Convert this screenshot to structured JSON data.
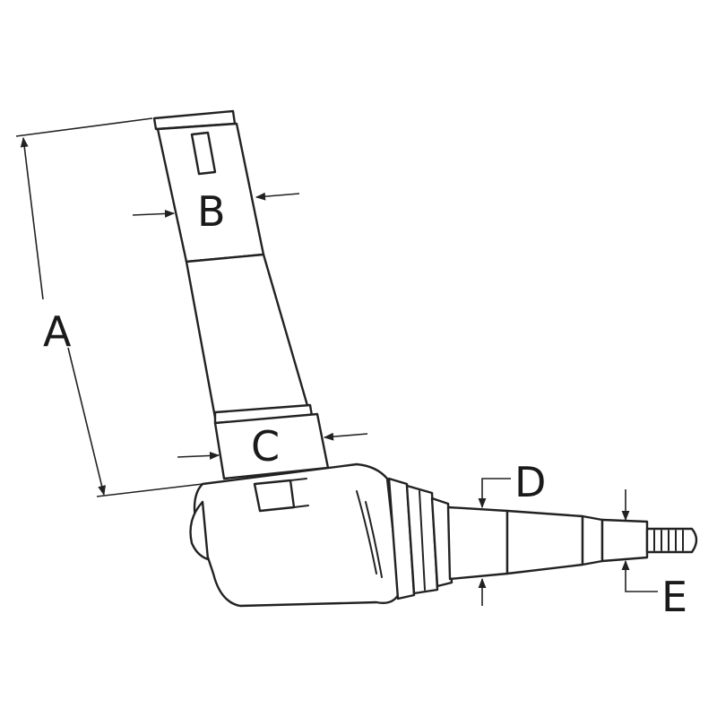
{
  "labels": {
    "a": "A",
    "b": "B",
    "c": "C",
    "d": "D",
    "e": "E"
  },
  "colors": {
    "line": "#222222",
    "background": "#ffffff"
  }
}
